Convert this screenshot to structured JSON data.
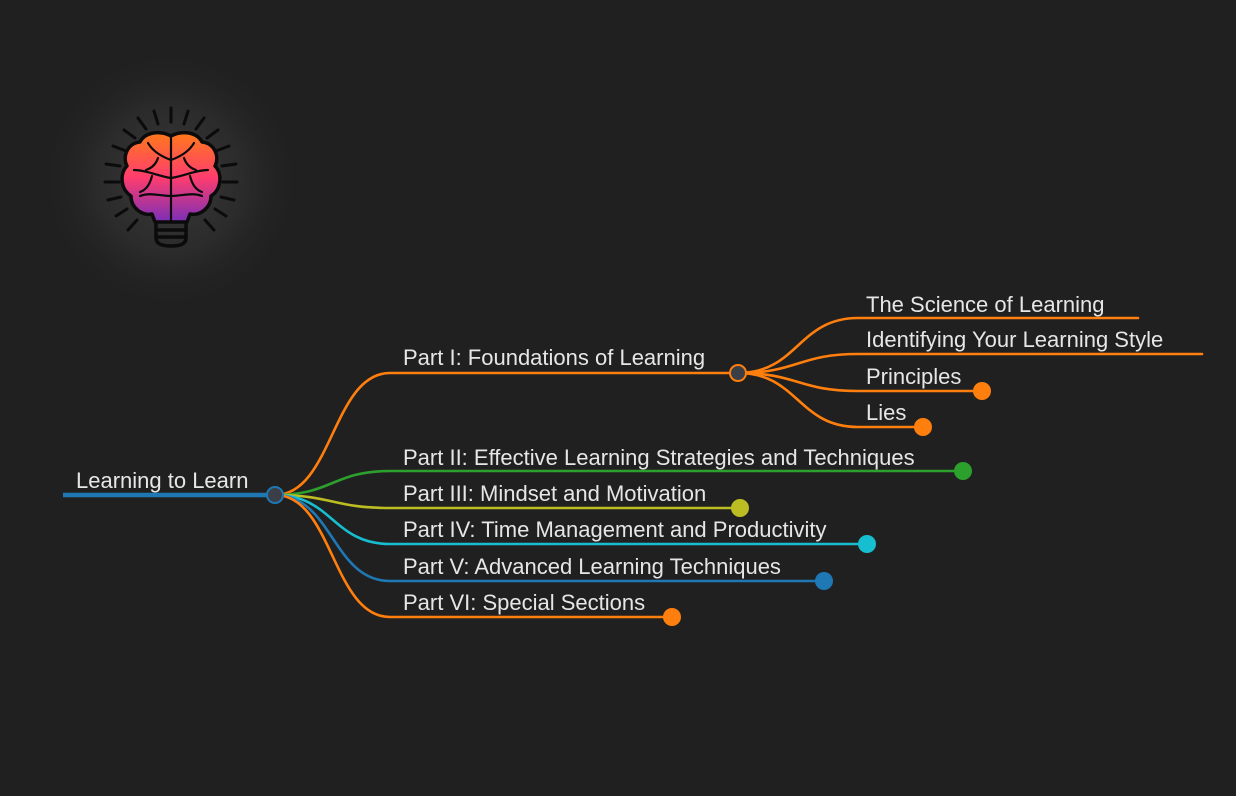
{
  "root": {
    "label": "Learning to Learn",
    "color": "#1f77b4"
  },
  "logo": {
    "icon": "lightbulb-brain-icon",
    "gradient_top": "#ff7a1a",
    "gradient_mid": "#ff3d6e",
    "gradient_bottom": "#7a2fb8"
  },
  "parts": [
    {
      "label": "Part I: Foundations of Learning",
      "color": "#ff7f0e",
      "expanded": true,
      "children": [
        {
          "label": "The Science of Learning",
          "has_children": true
        },
        {
          "label": "Identifying Your Learning Style",
          "has_children": true
        },
        {
          "label": "Principles",
          "has_children": false
        },
        {
          "label": "Lies",
          "has_children": false
        }
      ]
    },
    {
      "label": "Part II: Effective Learning Strategies and Techniques",
      "color": "#2ca02c"
    },
    {
      "label": "Part III: Mindset and Motivation",
      "color": "#bcbd22"
    },
    {
      "label": "Part IV: Time Management and Productivity",
      "color": "#17becf"
    },
    {
      "label": "Part V: Advanced Learning Techniques",
      "color": "#1f77b4"
    },
    {
      "label": "Part VI: Special Sections",
      "color": "#ff7f0e"
    }
  ]
}
